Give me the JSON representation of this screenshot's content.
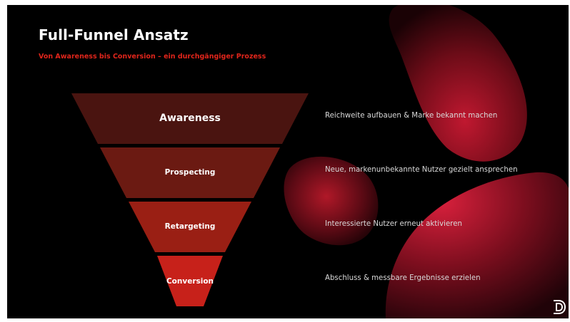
{
  "title": "Full-Funnel Ansatz",
  "subtitle": "Von Awareness bis Conversion – ein durchgängiger Prozess",
  "colors": {
    "background": "#000000",
    "accent": "#e0251b",
    "stage_awareness": "#4a1410",
    "stage_prospecting": "#6b1a12",
    "stage_retargeting": "#9a1f14",
    "stage_conversion": "#c7211a"
  },
  "stages": [
    {
      "label": "Awareness",
      "description": "Reichweite aufbauen & Marke bekannt machen"
    },
    {
      "label": "Prospecting",
      "description": "Neue, markenunbekannte Nutzer gezielt ansprechen"
    },
    {
      "label": "Retargeting",
      "description": "Interessierte Nutzer erneut aktivieren"
    },
    {
      "label": "Conversion",
      "description": "Abschluss & messbare Ergebnisse erzielen"
    }
  ],
  "logo_icon": "brand-logo-icon"
}
